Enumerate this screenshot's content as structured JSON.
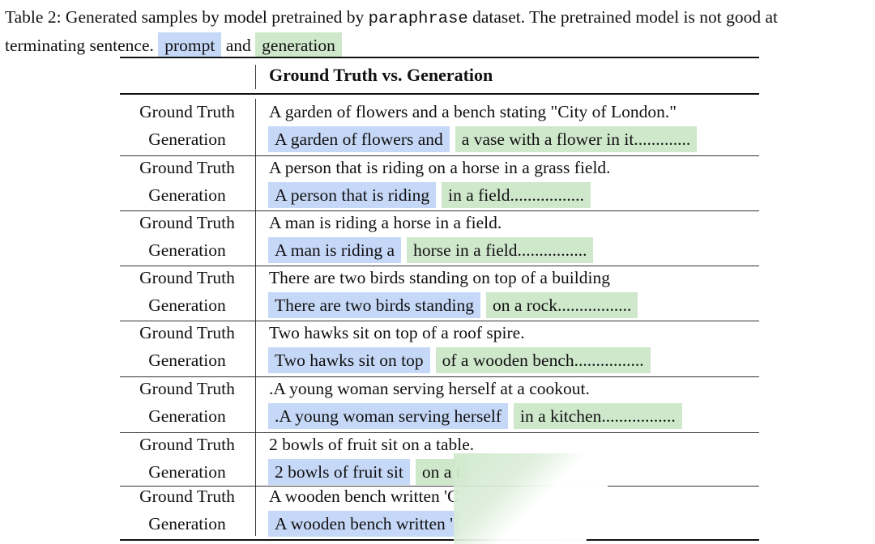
{
  "caption": {
    "prefix": "Table 2:",
    "text_before": " Generated samples by model pretrained by ",
    "dataset": "paraphrase",
    "text_after": " dataset. The pretrained model is not good at",
    "line2": "terminating sentence.",
    "prompt_label": "prompt",
    "and_label": "and",
    "generation_label": "generation"
  },
  "table": {
    "header": "Ground Truth vs. Generation",
    "gt_label": "Ground Truth",
    "gen_label": "Generation",
    "rows": [
      {
        "gt": "A garden of flowers and a bench stating \"City of London.\"",
        "prompt": "A garden of flowers and",
        "generation": "a vase with a flower in it............."
      },
      {
        "gt": "A person that is riding on a horse in a grass field.",
        "prompt": "A person that is riding",
        "generation": "in a field................."
      },
      {
        "gt": "A man is riding a horse in a field.",
        "prompt": "A man is riding a",
        "generation": "horse in a field................"
      },
      {
        "gt": "There are two birds standing on top of a building",
        "prompt": "There are two birds standing",
        "generation": "on a rock................."
      },
      {
        "gt": "Two hawks sit on top of a roof spire.",
        "prompt": "Two hawks sit on top",
        "generation": "of a wooden bench................"
      },
      {
        "gt": ".A young woman serving herself at a cookout.",
        "prompt": ".A young woman serving herself",
        "generation": "in a kitchen................."
      },
      {
        "gt": "2 bowls of fruit sit on a table.",
        "prompt": "2 bowls of fruit sit",
        "generation": "on a t"
      },
      {
        "gt": "A wooden bench written 'C",
        "prompt": "A wooden bench written '",
        "generation": ""
      }
    ]
  }
}
